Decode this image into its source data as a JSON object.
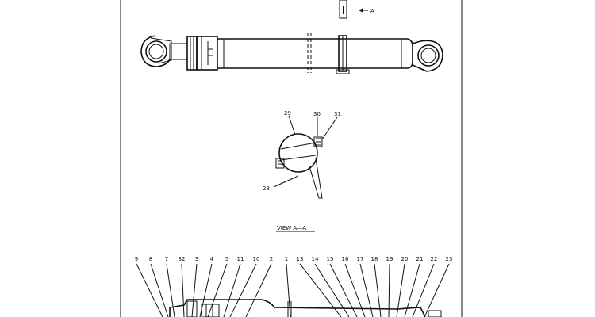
{
  "view_arrow_label": "A",
  "view_title": "VIEW A—A",
  "section_labels": [
    "29",
    "30",
    "31",
    "28"
  ],
  "bottom_callouts": [
    "9",
    "8",
    "7",
    "32",
    "3",
    "4",
    "5",
    "11",
    "10",
    "2",
    "1",
    "13",
    "14",
    "15",
    "16",
    "17",
    "18",
    "19",
    "20",
    "21",
    "22",
    "23"
  ]
}
